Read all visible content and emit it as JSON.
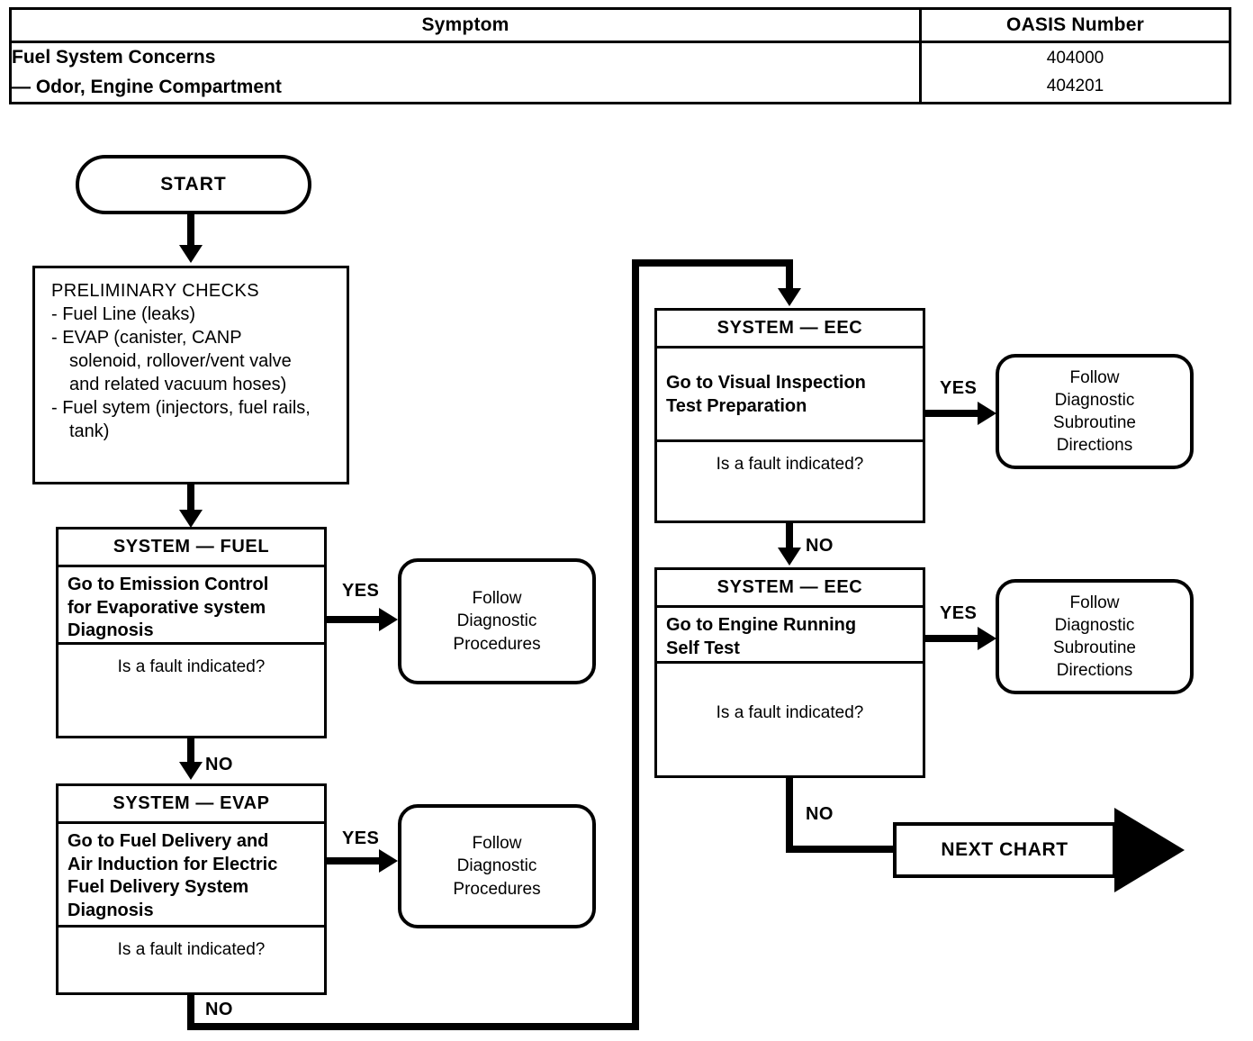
{
  "table": {
    "headers": [
      "Symptom",
      "OASIS Number"
    ],
    "rows": [
      {
        "symptom_lines": [
          "Fuel System Concerns",
          "— Odor, Engine Compartment"
        ],
        "oasis_numbers": [
          "404000",
          "404201"
        ]
      }
    ]
  },
  "flow": {
    "start": {
      "label": "START"
    },
    "preliminary": {
      "title": "PRELIMINARY CHECKS",
      "items": [
        {
          "line1": "- Fuel Line (leaks)",
          "cont": []
        },
        {
          "line1": "- EVAP (canister, CANP",
          "cont": [
            "solenoid, rollover/vent valve",
            "and related vacuum hoses)"
          ]
        },
        {
          "line1": "- Fuel sytem (injectors, fuel rails,",
          "cont": [
            "tank)"
          ]
        }
      ]
    },
    "system_fuel": {
      "title": "SYSTEM — FUEL",
      "action_lines": [
        "Go to Emission Control",
        "for Evaporative system",
        "Diagnosis"
      ],
      "question": "Is a fault indicated?",
      "yes_label": "YES",
      "no_label": "NO"
    },
    "system_evap": {
      "title": "SYSTEM — EVAP",
      "action_lines": [
        "Go to Fuel Delivery and",
        "Air Induction for Electric",
        "Fuel Delivery System",
        "Diagnosis"
      ],
      "question": "Is a fault indicated?",
      "yes_label": "YES",
      "no_label": "NO"
    },
    "system_eec_visual": {
      "title": "SYSTEM — EEC",
      "action_lines": [
        "Go to Visual Inspection",
        "Test Preparation"
      ],
      "question": "Is a fault indicated?",
      "yes_label": "YES",
      "no_label": "NO"
    },
    "system_eec_running": {
      "title": "SYSTEM — EEC",
      "action_lines": [
        "Go to Engine Running",
        "Self Test"
      ],
      "question": "Is a fault indicated?",
      "yes_label": "YES",
      "no_label": "NO"
    },
    "follow_procedures_fuel": {
      "lines": [
        "Follow",
        "Diagnostic",
        "Procedures"
      ]
    },
    "follow_procedures_evap": {
      "lines": [
        "Follow",
        "Diagnostic",
        "Procedures"
      ]
    },
    "follow_subroutine_visual": {
      "lines": [
        "Follow",
        "Diagnostic",
        "Subroutine",
        "Directions"
      ]
    },
    "follow_subroutine_running": {
      "lines": [
        "Follow",
        "Diagnostic",
        "Subroutine",
        "Directions"
      ]
    },
    "next_chart": {
      "label": "NEXT CHART"
    }
  },
  "colors": {
    "ink": "#000000",
    "paper": "#ffffff"
  }
}
